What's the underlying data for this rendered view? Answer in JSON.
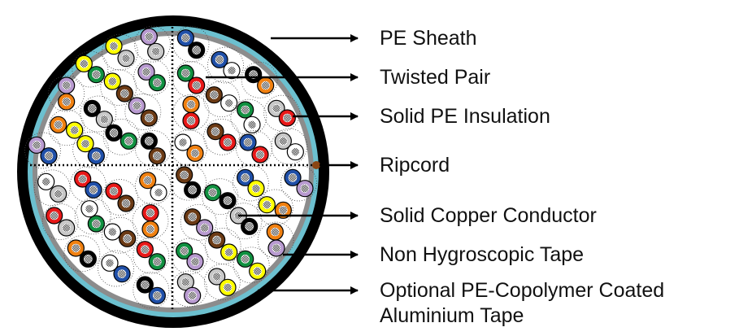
{
  "labels": {
    "pe_sheath": "PE Sheath",
    "twisted_pair": "Twisted Pair",
    "solid_pe_insulation": "Solid PE Insulation",
    "ripcord": "Ripcord",
    "solid_copper_conductor": "Solid Copper Conductor",
    "non_hygroscopic_tape": "Non Hygroscopic Tape",
    "aluminium_tape_line1": "Optional PE-Copolymer Coated",
    "aluminium_tape_line2": "Aluminium Tape"
  },
  "colors": {
    "sheath": "#000000",
    "aluminium_tape": "#6cc0cf",
    "non_hygroscopic_tape": "#8c8c8c",
    "ripcord": "#8b4513",
    "insulation": {
      "blue": "#1f4fa8",
      "orange": "#f08010",
      "green": "#109040",
      "brown": "#6b3a14",
      "gray": "#c8c8c8",
      "white": "#ffffff",
      "red": "#e81818",
      "black": "#000000",
      "yellow": "#ffff00",
      "purple": "#b89ad0"
    }
  },
  "pairs": [
    [
      "purple",
      "gray"
    ],
    [
      "yellow",
      "gray"
    ],
    [
      "yellow",
      "green"
    ],
    [
      "purple",
      "green"
    ],
    [
      "yellow",
      "brown"
    ],
    [
      "purple",
      "orange"
    ],
    [
      "black",
      "gray"
    ],
    [
      "purple",
      "brown"
    ],
    [
      "orange",
      "yellow"
    ],
    [
      "black",
      "green"
    ],
    [
      "black",
      "brown"
    ],
    [
      "yellow",
      "blue"
    ],
    [
      "purple",
      "blue"
    ],
    [
      "blue",
      "black"
    ],
    [
      "blue",
      "white"
    ],
    [
      "green",
      "red"
    ],
    [
      "black",
      "orange"
    ],
    [
      "brown",
      "white"
    ],
    [
      "green",
      "white"
    ],
    [
      "gray",
      "red"
    ],
    [
      "orange",
      "red"
    ],
    [
      "brown",
      "red"
    ],
    [
      "blue",
      "red"
    ],
    [
      "white",
      "orange"
    ],
    [
      "gray",
      "white"
    ],
    [
      "white",
      "gray"
    ],
    [
      "red",
      "blue"
    ],
    [
      "red",
      "brown"
    ],
    [
      "orange",
      "white"
    ],
    [
      "white",
      "green"
    ],
    [
      "red",
      "gray"
    ],
    [
      "red",
      "orange"
    ],
    [
      "white",
      "brown"
    ],
    [
      "orange",
      "black"
    ],
    [
      "red",
      "green"
    ],
    [
      "white",
      "blue"
    ],
    [
      "black",
      "blue"
    ],
    [
      "brown",
      "black"
    ],
    [
      "blue",
      "yellow"
    ],
    [
      "blue",
      "purple"
    ],
    [
      "green",
      "black"
    ],
    [
      "yellow",
      "orange"
    ],
    [
      "gray",
      "black"
    ],
    [
      "brown",
      "purple"
    ],
    [
      "orange",
      "purple"
    ],
    [
      "brown",
      "yellow"
    ],
    [
      "green",
      "purple"
    ],
    [
      "green",
      "yellow"
    ],
    [
      "gray",
      "purple"
    ],
    [
      "gray",
      "yellow"
    ]
  ]
}
